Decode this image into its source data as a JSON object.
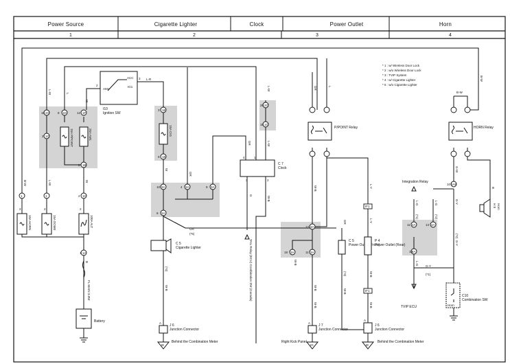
{
  "sections": [
    {
      "title": "Power Source",
      "number": "1"
    },
    {
      "title": "Cigarette Lighter",
      "number": "2"
    },
    {
      "title": "Clock",
      "number": ""
    },
    {
      "title": "Power Outlet",
      "number": "3"
    },
    {
      "title": "Horn",
      "number": "4"
    }
  ],
  "notes": [
    "* 1 : w/ Wireless Door Lock",
    "* 2 : w/o Wireless Door Lock",
    "* 3 : TVIP System",
    "* 4 : w/ Cigarette Lighter",
    "* 5 : w/o Cigarette Lighter"
  ],
  "components": {
    "ignition_sw": {
      "id": "I10",
      "name": "Ignition SW",
      "terminals": [
        "ACC",
        "IG1",
        "AM1"
      ]
    },
    "fuse_acc": {
      "label": "15A ACC"
    },
    "fuse_power": {
      "label": "15A P/POINT"
    },
    "fuse_am1": {
      "label": "25A AM1"
    },
    "fuse_cig": {
      "label": "15A CIG"
    },
    "fuse_horn": {
      "label": "10A HORN"
    },
    "fuse_dome": {
      "label": "15A DOME"
    },
    "fuse_alt": {
      "label": "100A ALT"
    },
    "fuse_main": {
      "label": "FL MAIN 3.0W"
    },
    "battery": {
      "label": "Battery"
    },
    "clock": {
      "id": "C 7",
      "name": "Clock"
    },
    "cig_lighter": {
      "id": "C 5",
      "name": "Cigarette Lighter"
    },
    "ppoint_relay": {
      "label": "P/POINT Relay"
    },
    "outlet_front": {
      "id": "C 5",
      "name": "Power Outlet (Front)"
    },
    "outlet_rear": {
      "id": "P 4",
      "name": "Power Outlet (Rear)"
    },
    "horn_relay": {
      "label": "HORN Relay"
    },
    "horn": {
      "id": "H 8",
      "name": "Horn"
    },
    "integration_relay": {
      "label": "Integration Relay"
    },
    "combination_sw": {
      "id": "C10",
      "name": "Combination SW",
      "part": "Horn"
    },
    "taillight_relay": {
      "label": "TAIL Relay (ECU) Combination SW (Canada)"
    },
    "tvip_ecu": {
      "label": "TVIP ECU"
    },
    "jc_j6_left": {
      "id": "J 6",
      "name": "Junction Connector"
    },
    "jc_j7": {
      "id": "J 7",
      "name": "Junction Connector"
    },
    "jc_j6_right": {
      "id": "J 6",
      "name": "Junction Connector"
    }
  },
  "grounds": [
    {
      "id": "IE",
      "label": "Behind the Combination Meter"
    },
    {
      "id": "IG",
      "label": "Right Kick Panel"
    },
    {
      "id": "IE",
      "label": "Behind the Combination Meter"
    }
  ],
  "wires": {
    "bw": "B-W",
    "lw": "L-W",
    "l": "L",
    "w": "W",
    "lr": "L-R",
    "gr": "GR",
    "g": "G",
    "wb": "W-B",
    "ly": "L-Y",
    "gw": "G-W",
    "gy": "G-Y",
    "b": "B",
    "lg": "L-G"
  },
  "connectors": {
    "c1a": "1A",
    "c1b": "1B",
    "c1c": "1C",
    "c1d": "1D",
    "c1e": "1E",
    "c1f": "1F",
    "c2c": "2C",
    "c3a": "3A",
    "c4a": "4A",
    "c1a5": "1A5",
    "cif1": "IF1",
    "c1": "1",
    "c2": "2",
    "c3": "3",
    "c4": "4",
    "c5": "5",
    "c8": "8",
    "c9": "9",
    "c10": "10",
    "c11": "11",
    "c12": "12",
    "c13": "13",
    "c14": "14",
    "c15": "15",
    "c16": "16",
    "c18": "18",
    "c20": "20",
    "ca": "A"
  },
  "markers": {
    "s1": "(*1)",
    "s2": "(*2)",
    "s3": "(*3)",
    "s4": "(*4)",
    "s5": "(*5)"
  }
}
